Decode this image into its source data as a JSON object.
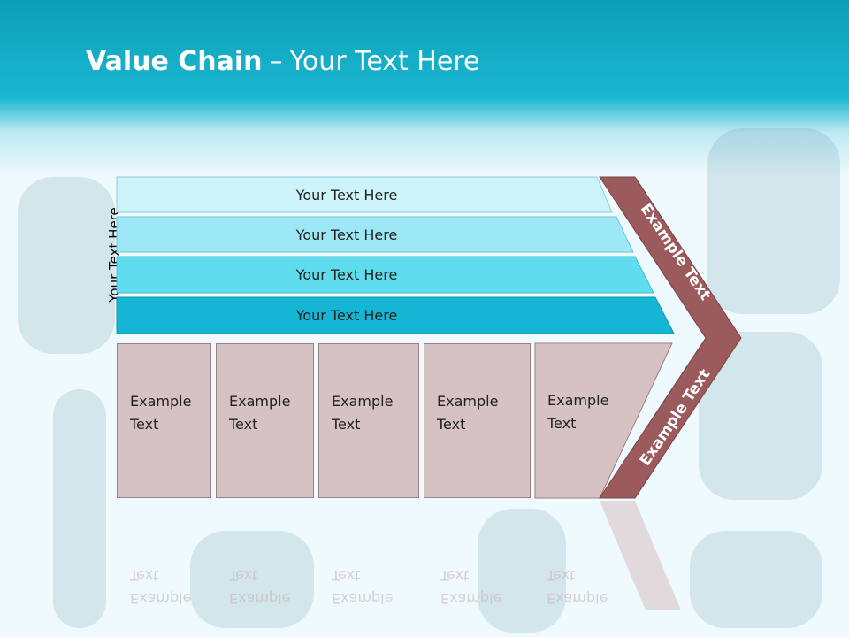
{
  "title": {
    "bold": "Value Chain",
    "separator": "–",
    "rest": "Your Text Here"
  },
  "side_label": "Your Text Here",
  "bars": [
    {
      "label": "Your Text Here",
      "color": "#cdf4fb"
    },
    {
      "label": "Your Text Here",
      "color": "#9de8f6"
    },
    {
      "label": "Your Text Here",
      "color": "#5fddee"
    },
    {
      "label": "Your Text Here",
      "color": "#14b6d4"
    }
  ],
  "boxes": [
    {
      "line1": "Example",
      "line2": "Text"
    },
    {
      "line1": "Example",
      "line2": "Text"
    },
    {
      "line1": "Example",
      "line2": "Text"
    },
    {
      "line1": "Example",
      "line2": "Text"
    },
    {
      "line1": "Example",
      "line2": "Text"
    }
  ],
  "chevron": {
    "upper_label": "Example Text",
    "lower_label": "Example Text",
    "color": "#9b5a5c"
  },
  "colors": {
    "header": "#19b6d0",
    "box_fill": "#d6c2c2"
  }
}
